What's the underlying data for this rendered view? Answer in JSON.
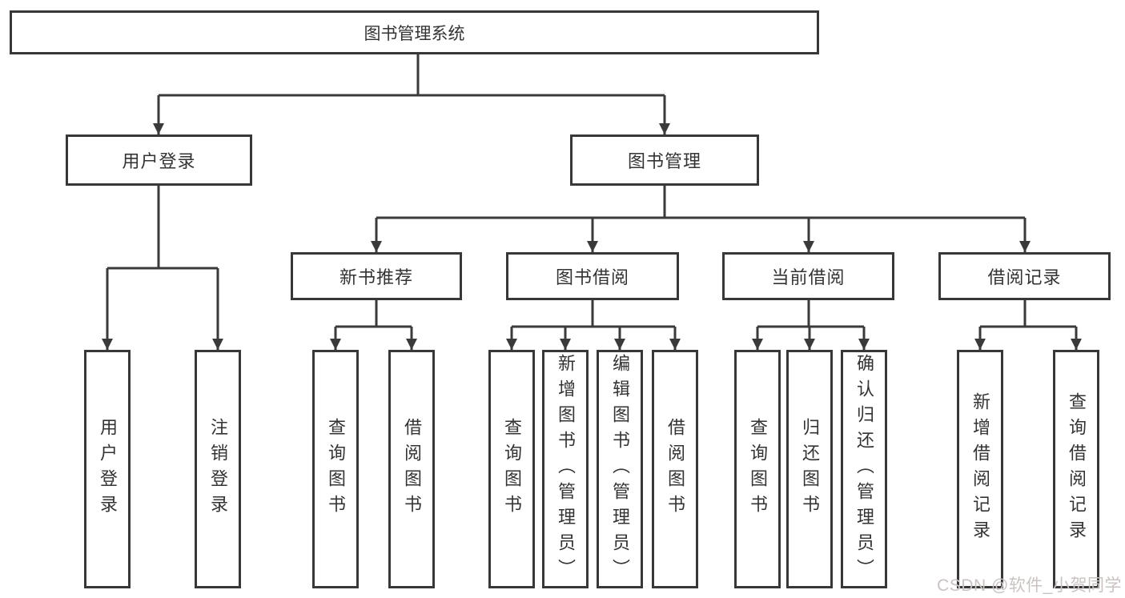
{
  "root": {
    "label": "图书管理系统"
  },
  "branches": {
    "user_login": {
      "label": "用户登录"
    },
    "book_mgmt": {
      "label": "图书管理"
    }
  },
  "modules": {
    "new_books": {
      "label": "新书推荐"
    },
    "borrowing": {
      "label": "图书借阅"
    },
    "current": {
      "label": "当前借阅"
    },
    "records": {
      "label": "借阅记录"
    }
  },
  "leaves": {
    "user_login": [
      "用户登录",
      "注销登录"
    ],
    "new_books": [
      "查询图书",
      "借阅图书"
    ],
    "borrowing": [
      "查询图书",
      "新增图书（管理员）",
      "编辑图书（管理员）",
      "借阅图书"
    ],
    "current": [
      "查询图书",
      "归还图书",
      "确认归还（管理员）"
    ],
    "records": [
      "新增借阅记录",
      "查询借阅记录"
    ]
  },
  "watermark": "CSDN @软件_小贺同学",
  "colors": {
    "line": "#3a3a3a",
    "text": "#333333",
    "watermark_text": "#cbc2c2",
    "background": "#ffffff"
  }
}
